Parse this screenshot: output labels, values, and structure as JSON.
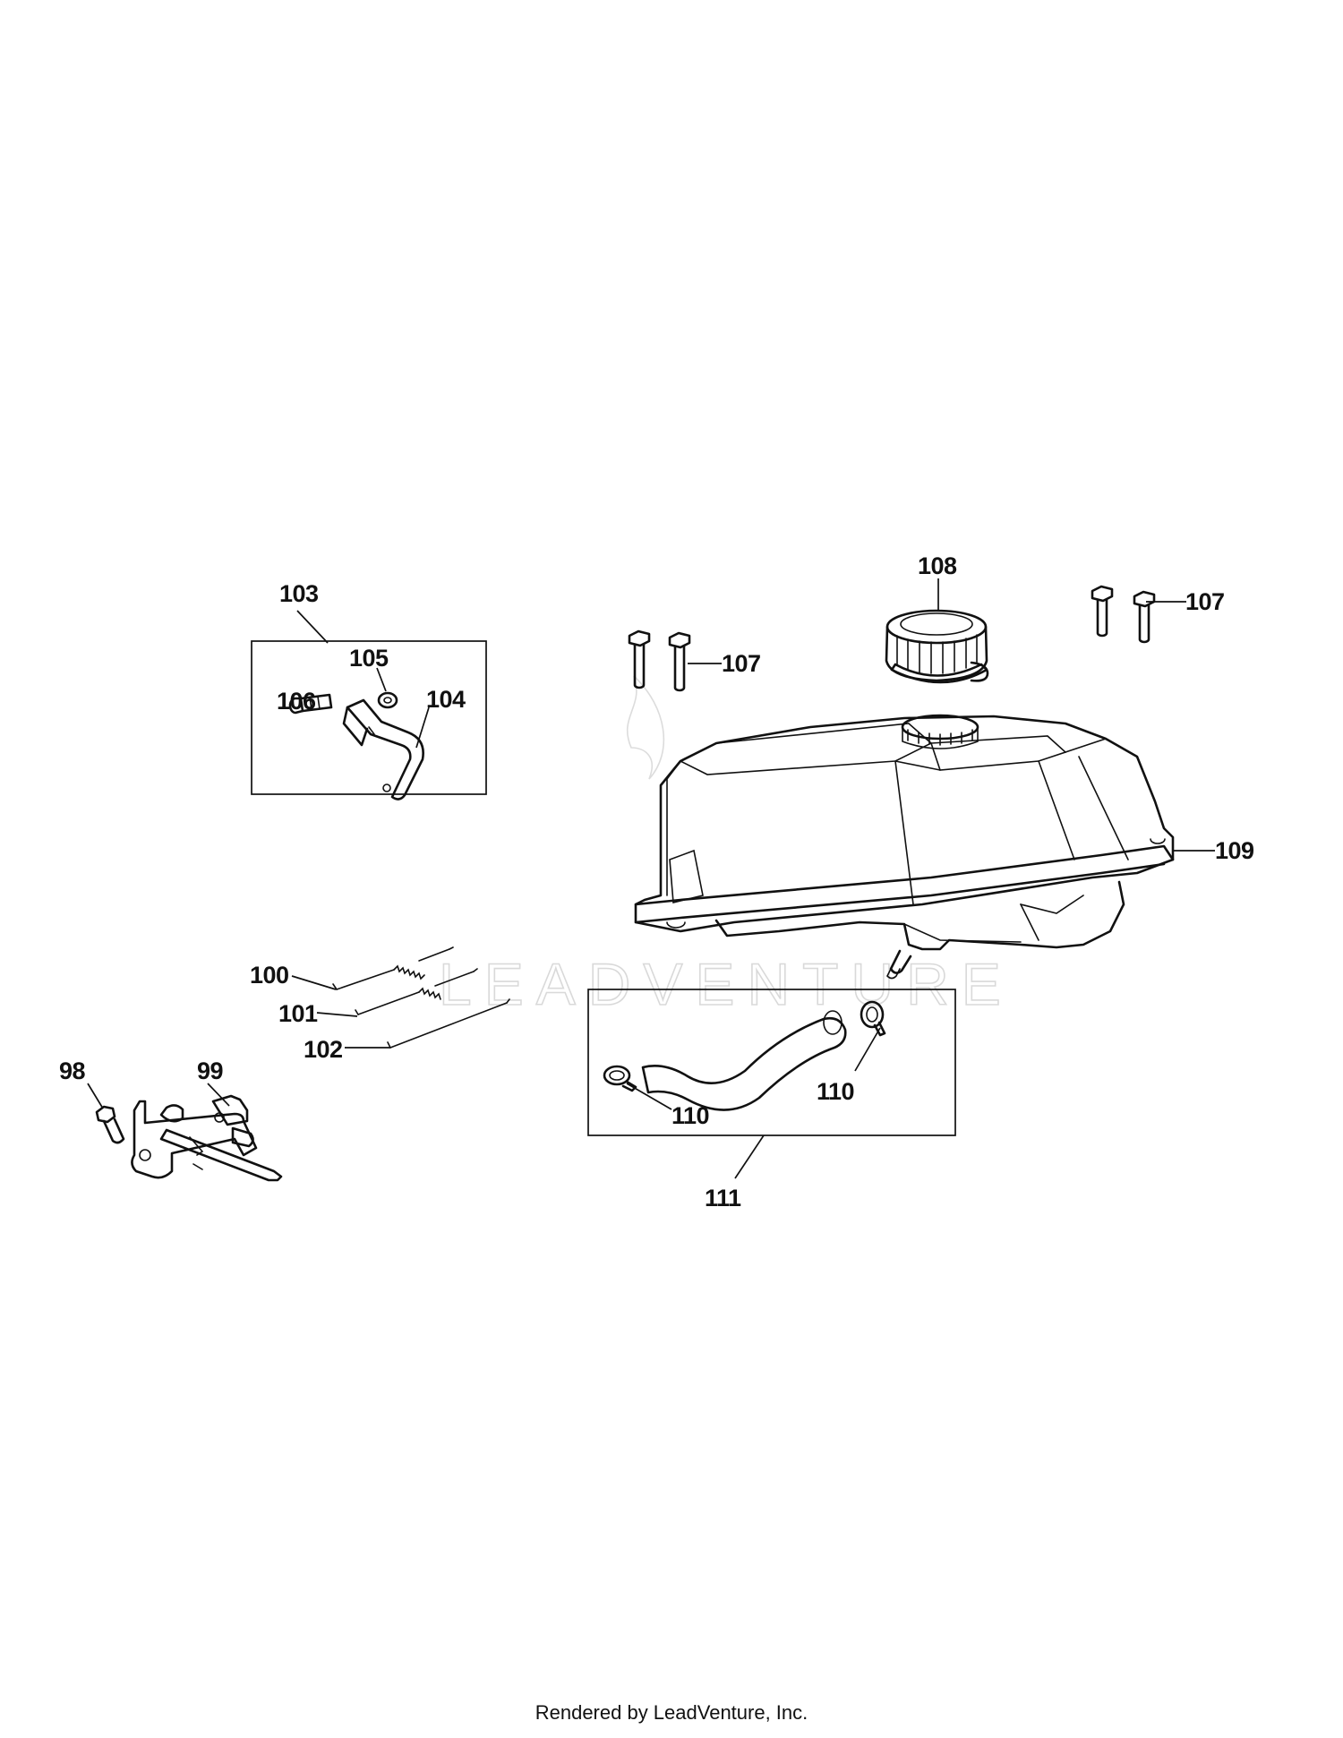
{
  "watermark": "LEADVENTURE",
  "footer": "Rendered by LeadVenture, Inc.",
  "callouts": {
    "p98": "98",
    "p99": "99",
    "p100": "100",
    "p101": "101",
    "p102": "102",
    "p103": "103",
    "p104": "104",
    "p105": "105",
    "p106": "106",
    "p107a": "107",
    "p107b": "107",
    "p108": "108",
    "p109": "109",
    "p110a": "110",
    "p110b": "110",
    "p111": "111"
  }
}
